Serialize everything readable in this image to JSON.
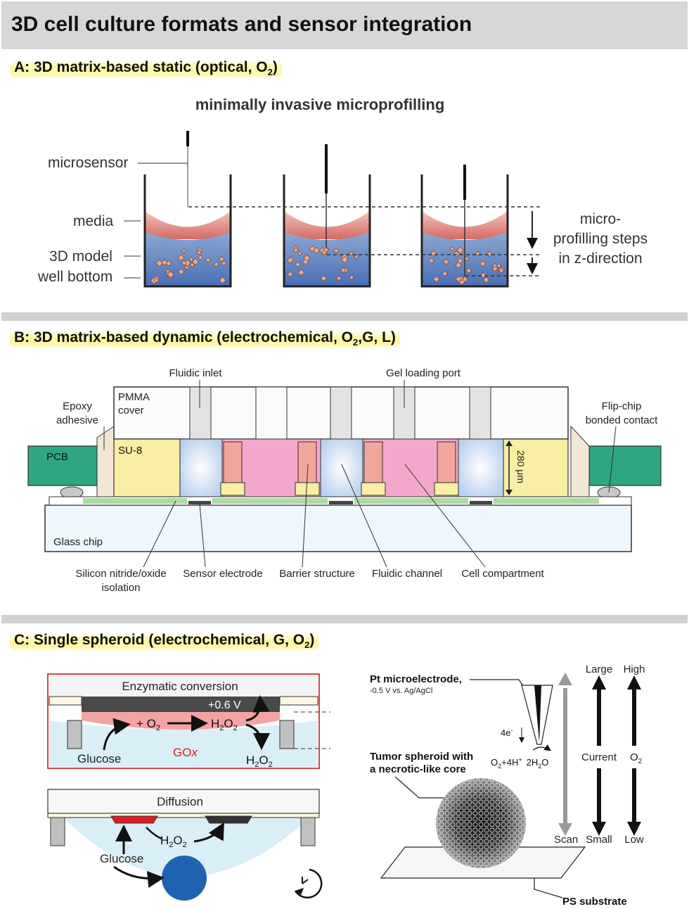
{
  "title": "3D cell culture formats and sensor integration",
  "sectionA": {
    "heading": "A: 3D matrix-based static (optical, O",
    "heading_sub": "2",
    "heading_end": ")",
    "subtitle": "minimally invasive microprofilling",
    "labels": {
      "microsensor": "microsensor",
      "media": "media",
      "model": "3D model",
      "bottom": "well bottom",
      "steps1": "micro-",
      "steps2": "profilling steps",
      "steps3": "in z-direction"
    }
  },
  "sectionB": {
    "heading": "B: 3D matrix-based dynamic (electrochemical, O",
    "heading_sub": "2",
    "heading_end": ",G, L)",
    "labels": {
      "inlet": "Fluidic inlet",
      "gel_port": "Gel loading port",
      "pmma1": "PMMA",
      "pmma2": "cover",
      "epoxy1": "Epoxy",
      "epoxy2": "adhesive",
      "flip1": "Flip-chip",
      "flip2": "bonded contact",
      "pcb": "PCB",
      "su8": "SU-8",
      "height": "280 μm",
      "glass": "Glass chip",
      "silicon1": "Silicon nitride/oxide",
      "silicon2": "isolation",
      "sensor": "Sensor electrode",
      "barrier": "Barrier structure",
      "fluidic": "Fluidic channel",
      "cell": "Cell compartment"
    }
  },
  "sectionC": {
    "heading": "C: Single spheroid (electrochemical, G, O",
    "heading_sub": "2",
    "heading_end": ")",
    "enzymatic": {
      "title": "Enzymatic conversion",
      "voltage": "+0.6 V",
      "plus": "+ O",
      "o2sub": "2",
      "h2o2_a": "H",
      "h2o2_sub1": "2",
      "h2o2_b": "O",
      "h2o2_sub2": "2",
      "glucose": "Glucose",
      "gox": "GO",
      "gox_x": "x"
    },
    "diffusion": {
      "title": "Diffusion",
      "h": "H",
      "sub1": "2",
      "o": "O",
      "sub2": "2",
      "glucose": "Glucose"
    },
    "spheroid": {
      "electrode": "Pt microelectrode,",
      "potential": "-0.5 V vs. Ag/AgCl",
      "electrons": "4e",
      "electrons_sup": "-",
      "reaction_o2": "O",
      "reaction_o2_sub": "2",
      "reaction_mid": "+4H",
      "reaction_mid_sup": "+",
      "reaction_h2o": "2H",
      "reaction_h2o_sub": "2",
      "reaction_o": "O",
      "tumor1": "Tumor spheroid with",
      "tumor2": "a necrotic-like core",
      "substrate": "PS substrate",
      "large": "Large",
      "high": "High",
      "current": "Current",
      "o2": "O",
      "o2_sub": "2",
      "scan": "Scan",
      "small": "Small",
      "low": "Low"
    }
  }
}
